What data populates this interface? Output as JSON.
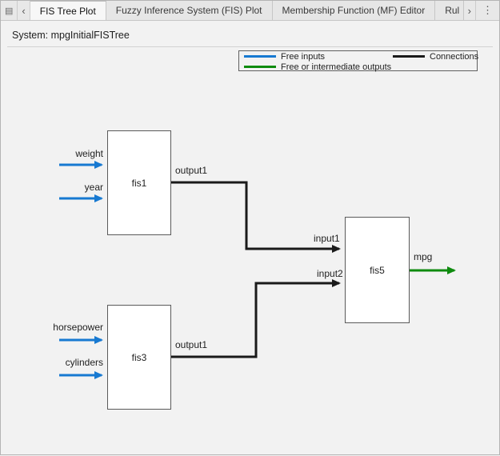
{
  "tabbar": {
    "panel_icon": "▤",
    "scroll_left": "‹",
    "scroll_right": "›",
    "menu_icon": "⋮",
    "tabs": [
      {
        "label": "FIS Tree Plot"
      },
      {
        "label": "Fuzzy Inference System (FIS) Plot"
      },
      {
        "label": "Membership Function (MF) Editor"
      },
      {
        "label": "Rul"
      }
    ]
  },
  "header": {
    "system": "System: mpgInitialFISTree"
  },
  "legend": {
    "free_inputs": "Free inputs",
    "connections": "Connections",
    "free_outputs": "Free or intermediate outputs",
    "colors": {
      "free_inputs": "#1779d1",
      "connections": "#1a1a1a",
      "free_outputs": "#0e8b0e"
    }
  },
  "diagram": {
    "fis1": {
      "label": "fis1",
      "inputs": [
        "weight",
        "year"
      ],
      "output": "output1"
    },
    "fis3": {
      "label": "fis3",
      "inputs": [
        "horsepower",
        "cylinders"
      ],
      "output": "output1"
    },
    "fis5": {
      "label": "fis5",
      "inputs": [
        "input1",
        "input2"
      ],
      "output": "mpg"
    }
  }
}
